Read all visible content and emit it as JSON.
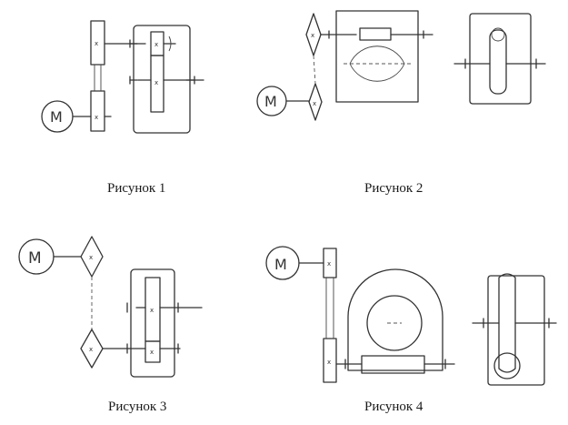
{
  "figures": [
    {
      "caption": "Рисунок 1",
      "motor_label": "M"
    },
    {
      "caption": "Рисунок 2",
      "motor_label": "M"
    },
    {
      "caption": "Рисунок 3",
      "motor_label": "M"
    },
    {
      "caption": "Рисунок 4",
      "motor_label": "M"
    }
  ],
  "mesh_mark": "x",
  "ink_color": "#333333"
}
